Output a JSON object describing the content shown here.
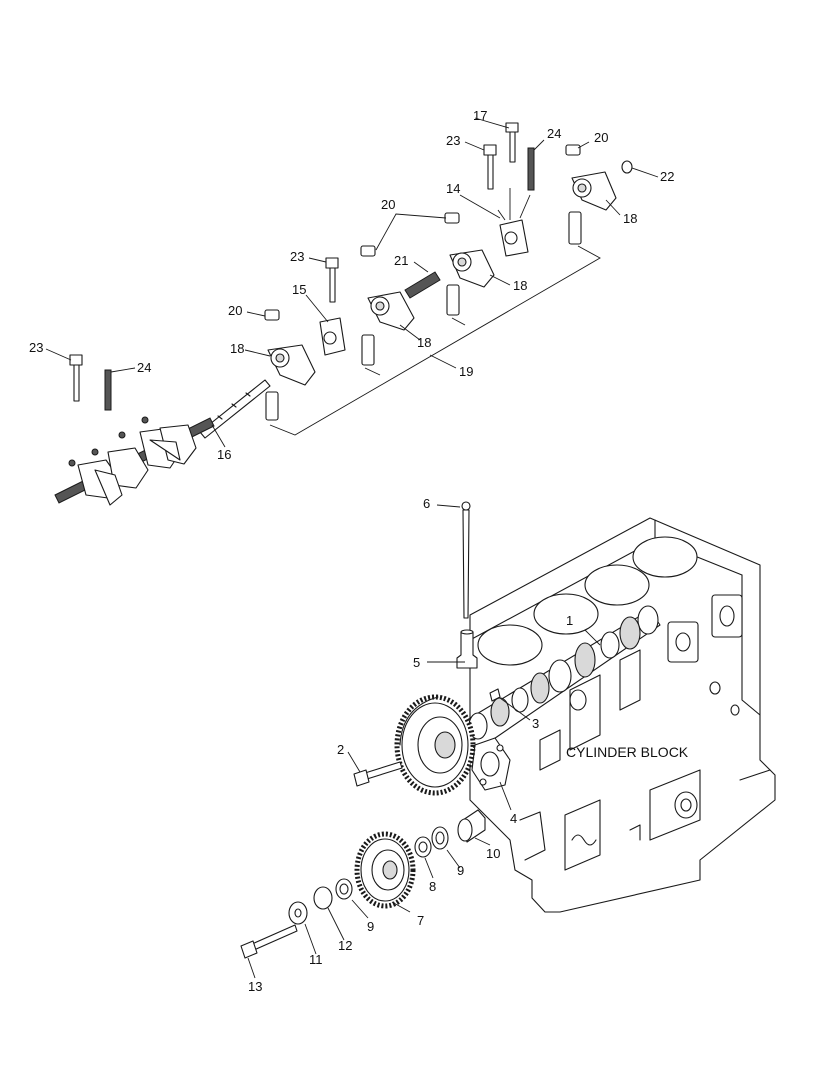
{
  "block_label": "CYLINDER BLOCK",
  "callouts": {
    "c1": "1",
    "c2": "2",
    "c3": "3",
    "c4": "4",
    "c5": "5",
    "c6": "6",
    "c7": "7",
    "c8": "8",
    "c9a": "9",
    "c9b": "9",
    "c10": "10",
    "c11": "11",
    "c12": "12",
    "c13": "13",
    "c14": "14",
    "c15": "15",
    "c16": "16",
    "c17": "17",
    "c18a": "18",
    "c18b": "18",
    "c18c": "18",
    "c18d": "18",
    "c19": "19",
    "c20a": "20",
    "c20b": "20",
    "c20c": "20",
    "c21": "21",
    "c22": "22",
    "c23a": "23",
    "c23b": "23",
    "c23c": "23",
    "c24a": "24",
    "c24b": "24"
  }
}
